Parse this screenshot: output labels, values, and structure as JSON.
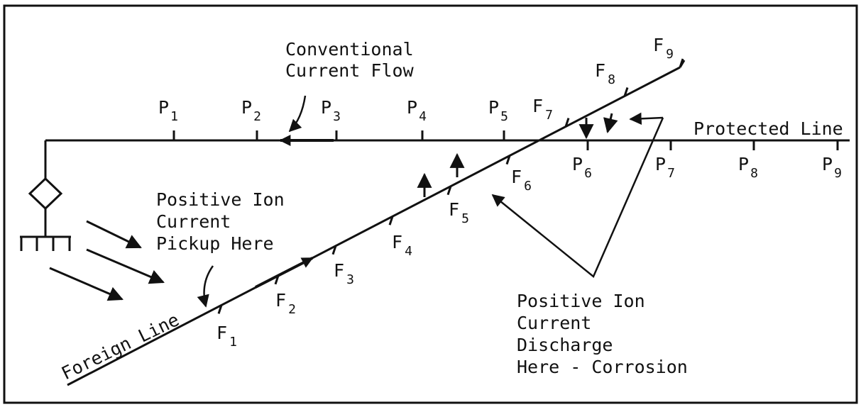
{
  "labels": {
    "conventional_current": [
      "Conventional",
      "Current Flow"
    ],
    "protected_line": "Protected Line",
    "foreign_line": "Foreign Line",
    "pickup": [
      "Positive Ion",
      "Current",
      "Pickup Here"
    ],
    "discharge": [
      "Positive Ion",
      "Current",
      "Discharge",
      "Here - Corrosion"
    ]
  },
  "protected_points": [
    {
      "letter": "P",
      "sub": "1"
    },
    {
      "letter": "P",
      "sub": "2"
    },
    {
      "letter": "P",
      "sub": "3"
    },
    {
      "letter": "P",
      "sub": "4"
    },
    {
      "letter": "P",
      "sub": "5"
    },
    {
      "letter": "P",
      "sub": "6"
    },
    {
      "letter": "P",
      "sub": "7"
    },
    {
      "letter": "P",
      "sub": "8"
    },
    {
      "letter": "P",
      "sub": "9"
    }
  ],
  "foreign_points": [
    {
      "letter": "F",
      "sub": "1"
    },
    {
      "letter": "F",
      "sub": "2"
    },
    {
      "letter": "F",
      "sub": "3"
    },
    {
      "letter": "F",
      "sub": "4"
    },
    {
      "letter": "F",
      "sub": "5"
    },
    {
      "letter": "F",
      "sub": "6"
    },
    {
      "letter": "F",
      "sub": "7"
    },
    {
      "letter": "F",
      "sub": "8"
    },
    {
      "letter": "F",
      "sub": "9"
    }
  ]
}
